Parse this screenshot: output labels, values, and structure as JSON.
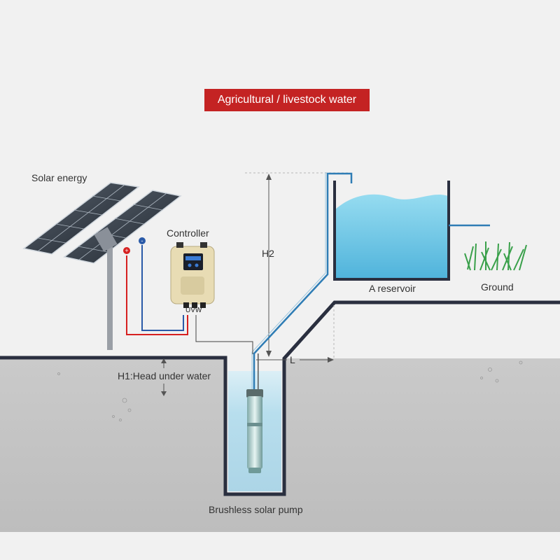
{
  "banner": {
    "text": "Agricultural / livestock water"
  },
  "labels": {
    "solar": "Solar energy",
    "controller": "Controller",
    "h2": "H2",
    "reservoir": "A reservoir",
    "ground": "Ground",
    "l": "L",
    "h1": "H1:Head under water",
    "pump": "Brushless solar pump",
    "uvw": "UVW",
    "plus": "+",
    "minus": "-"
  },
  "colors": {
    "banner": "#c42323",
    "ground_fill": "#c4c4c4",
    "ground_line": "#2a2f3f",
    "pipe": "#2f7db5",
    "water": "#6cc6e4",
    "positive_wire": "#d62020",
    "negative_wire": "#2a5aa8"
  }
}
